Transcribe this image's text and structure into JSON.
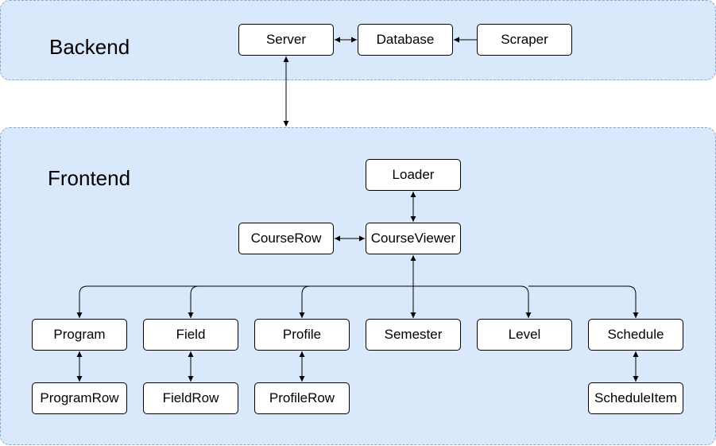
{
  "groups": {
    "backend": {
      "title": "Backend"
    },
    "frontend": {
      "title": "Frontend"
    }
  },
  "nodes": {
    "server": "Server",
    "database": "Database",
    "scraper": "Scraper",
    "loader": "Loader",
    "courserow": "CourseRow",
    "courseviewer": "CourseViewer",
    "program": "Program",
    "field": "Field",
    "profile": "Profile",
    "semester": "Semester",
    "level": "Level",
    "schedule": "Schedule",
    "programrow": "ProgramRow",
    "fieldrow": "FieldRow",
    "profilerow": "ProfileRow",
    "scheduleitem": "ScheduleItem"
  },
  "edges": [
    {
      "from": "server",
      "to": "database",
      "direction": "both"
    },
    {
      "from": "scraper",
      "to": "database",
      "direction": "forward"
    },
    {
      "from": "server",
      "to": "frontend",
      "direction": "both"
    },
    {
      "from": "loader",
      "to": "courseviewer",
      "direction": "both"
    },
    {
      "from": "courserow",
      "to": "courseviewer",
      "direction": "both"
    },
    {
      "from": "courseviewer",
      "to": "program",
      "direction": "forward"
    },
    {
      "from": "courseviewer",
      "to": "field",
      "direction": "forward"
    },
    {
      "from": "courseviewer",
      "to": "profile",
      "direction": "forward"
    },
    {
      "from": "courseviewer",
      "to": "semester",
      "direction": "both"
    },
    {
      "from": "courseviewer",
      "to": "level",
      "direction": "forward"
    },
    {
      "from": "courseviewer",
      "to": "schedule",
      "direction": "forward"
    },
    {
      "from": "program",
      "to": "programrow",
      "direction": "both"
    },
    {
      "from": "field",
      "to": "fieldrow",
      "direction": "both"
    },
    {
      "from": "profile",
      "to": "profilerow",
      "direction": "both"
    },
    {
      "from": "schedule",
      "to": "scheduleitem",
      "direction": "both"
    }
  ]
}
